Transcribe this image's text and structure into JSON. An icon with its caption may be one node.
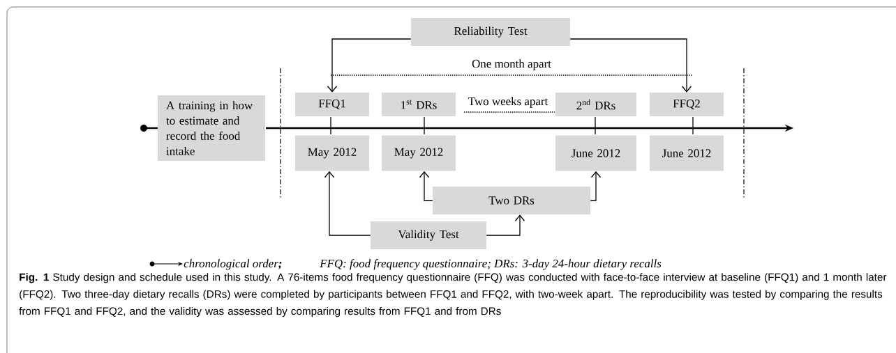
{
  "diagram": {
    "caption": "**Fig. 1** Study design and schedule used in this study. A 76-items food frequency questionnaire (FFQ) was conducted with face-to-face interview at baseline (FFQ1) and 1 month later (FFQ2). Two three-day dietary recalls (DRs) were completed by participants between FFQ1 and FFQ2, with two-week apart. The reproducibility was tested by comparing the results from FFQ1 and FFQ2, and the validity was assessed by comparing results from FFQ1 and from DRs",
    "nodes": [
      {
        "text": [
          "Reliability Test"
        ]
      },
      {
        "text": [
          "A training in how to estimate and record the food intake"
        ]
      },
      {
        "text": [
          "FFQ1"
        ]
      },
      {
        "text": [
          "1$^{st}$ DRs"
        ]
      },
      {
        "text": [
          "2$^{nd}$ DRs"
        ]
      },
      {
        "text": [
          "FFQ2"
        ]
      },
      {
        "text": [
          "May 2012"
        ]
      },
      {
        "text": [
          "May 2012"
        ]
      },
      {
        "text": [
          "June 2012"
        ]
      },
      {
        "text": [
          "June 2012"
        ]
      },
      {
        "text": [
          "Two DRs"
        ]
      },
      {
        "text": [
          "Validity Test"
        ]
      }
    ],
    "edges": [
      {
        "from": 0,
        "to": 2,
        "arrow": "to"
      },
      {
        "from": 0,
        "to": 5,
        "arrow": "to"
      },
      {
        "from": 11,
        "to": 6,
        "arrow": "to"
      },
      {
        "from": 11,
        "to": 10,
        "arrow": "to"
      },
      {
        "from": 10,
        "to": 7,
        "arrow": "to"
      },
      {
        "from": 10,
        "to": 8,
        "arrow": "to"
      }
    ],
    "labels": [
      "One month apart",
      "Two weeks apart",
      "FFQ: food frequency questionnaire; DRs: 3-day 24-hour dietary recalls"
    ],
    "legend": [
      {
        "text": "chronological order**;**"
      }
    ]
  }
}
